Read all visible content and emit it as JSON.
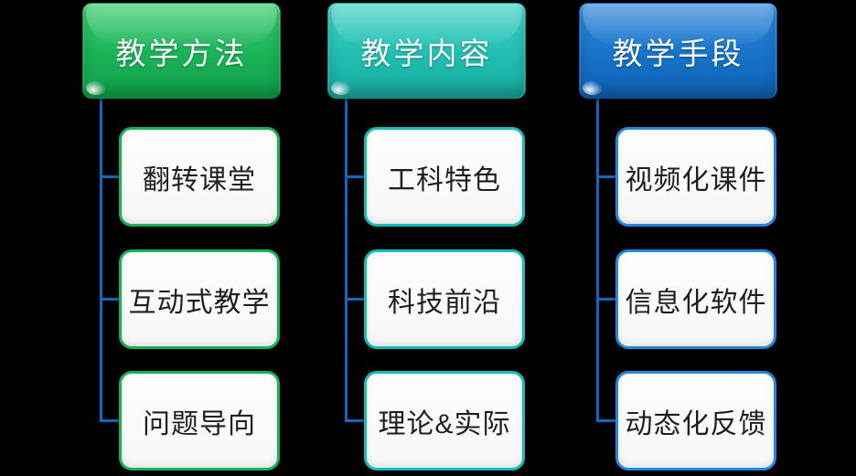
{
  "diagram": {
    "background_color": "#000000",
    "connector_color": "#1467C0",
    "columns": [
      {
        "header": "教学方法",
        "items": [
          "翻转课堂",
          "互动式教学",
          "问题导向"
        ],
        "colors": {
          "header_top": "#3BCC6E",
          "header_mid": "#1BB257",
          "header_bottom": "#0FA04A",
          "header_border": "#0A8C41",
          "item_border": "#17B158"
        }
      },
      {
        "header": "教学内容",
        "items": [
          "工科特色",
          "科技前沿",
          "理论&实际"
        ],
        "colors": {
          "header_top": "#40D2C6",
          "header_mid": "#22BEB2",
          "header_bottom": "#14A89E",
          "header_border": "#0E938A",
          "item_border": "#14BEB8"
        }
      },
      {
        "header": "教学手段",
        "items": [
          "视频化课件",
          "信息化软件",
          "动态化反馈"
        ],
        "colors": {
          "header_top": "#3189DA",
          "header_mid": "#1773C9",
          "header_bottom": "#0F60B2",
          "header_border": "#0B529F",
          "item_border": "#2089DD"
        }
      }
    ]
  }
}
